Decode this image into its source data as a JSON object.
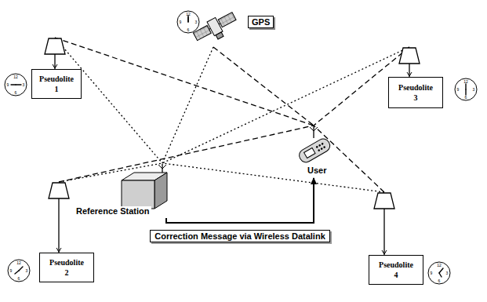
{
  "diagram": {
    "nodes": [
      {
        "text": [
          "GPS"
        ]
      },
      {
        "text": [
          "Pseudolite 1"
        ]
      },
      {
        "text": [
          "Pseudolite 2"
        ]
      },
      {
        "text": [
          "Pseudolite 3"
        ]
      },
      {
        "text": [
          "Pseudolite 4"
        ]
      },
      {
        "text": [
          "Reference Station"
        ]
      },
      {
        "text": [
          "User"
        ]
      }
    ],
    "edges": [
      {
        "from": 0,
        "to": 5,
        "arrow": "none"
      },
      {
        "from": 0,
        "to": 6,
        "arrow": "none"
      },
      {
        "from": 1,
        "to": 5,
        "arrow": "none"
      },
      {
        "from": 1,
        "to": 6,
        "arrow": "none"
      },
      {
        "from": 2,
        "to": 5,
        "arrow": "none"
      },
      {
        "from": 2,
        "to": 6,
        "arrow": "none"
      },
      {
        "from": 3,
        "to": 5,
        "arrow": "none"
      },
      {
        "from": 3,
        "to": 6,
        "arrow": "none"
      },
      {
        "from": 4,
        "to": 5,
        "arrow": "none"
      },
      {
        "from": 4,
        "to": 6,
        "arrow": "none"
      },
      {
        "from": 5,
        "to": 6,
        "arrow": "to",
        "label": "Correction Message via Wireless Datalink"
      }
    ],
    "labels": [
      "12",
      "3",
      "6",
      "9",
      "12",
      "3",
      "6",
      "9",
      "12",
      "3",
      "6",
      "9",
      "12",
      "3",
      "6",
      "9",
      "12",
      "3",
      "6",
      "9"
    ]
  }
}
